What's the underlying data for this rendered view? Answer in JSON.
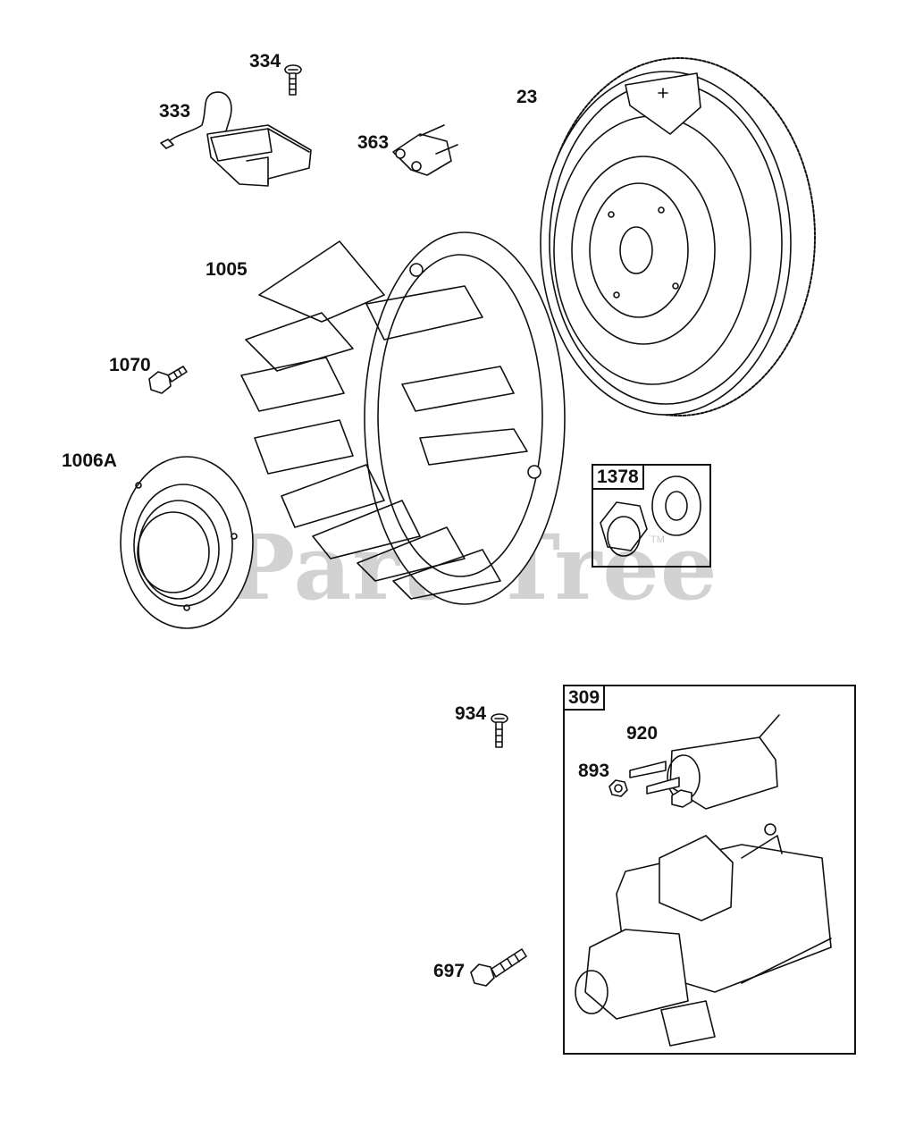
{
  "watermark": {
    "text": "PartsTree",
    "tm": "TM"
  },
  "parts": [
    {
      "id": "p334",
      "label": "334",
      "name": "screw"
    },
    {
      "id": "p333",
      "label": "333",
      "name": "ignition-armature"
    },
    {
      "id": "p363",
      "label": "363",
      "name": "stop-switch"
    },
    {
      "id": "p23",
      "label": "23",
      "name": "flywheel"
    },
    {
      "id": "p1005",
      "label": "1005",
      "name": "fan"
    },
    {
      "id": "p1070",
      "label": "1070",
      "name": "screw"
    },
    {
      "id": "p1006A",
      "label": "1006A",
      "name": "fan-retainer"
    },
    {
      "id": "p934",
      "label": "934",
      "name": "screw"
    },
    {
      "id": "p920",
      "label": "920",
      "name": "solenoid"
    },
    {
      "id": "p893",
      "label": "893",
      "name": "nut"
    },
    {
      "id": "p697",
      "label": "697",
      "name": "screw"
    }
  ],
  "kits": [
    {
      "id": "k1378",
      "label": "1378"
    },
    {
      "id": "k309",
      "label": "309"
    }
  ],
  "colors": {
    "line": "#111111",
    "watermark": "#d2d2d2"
  }
}
